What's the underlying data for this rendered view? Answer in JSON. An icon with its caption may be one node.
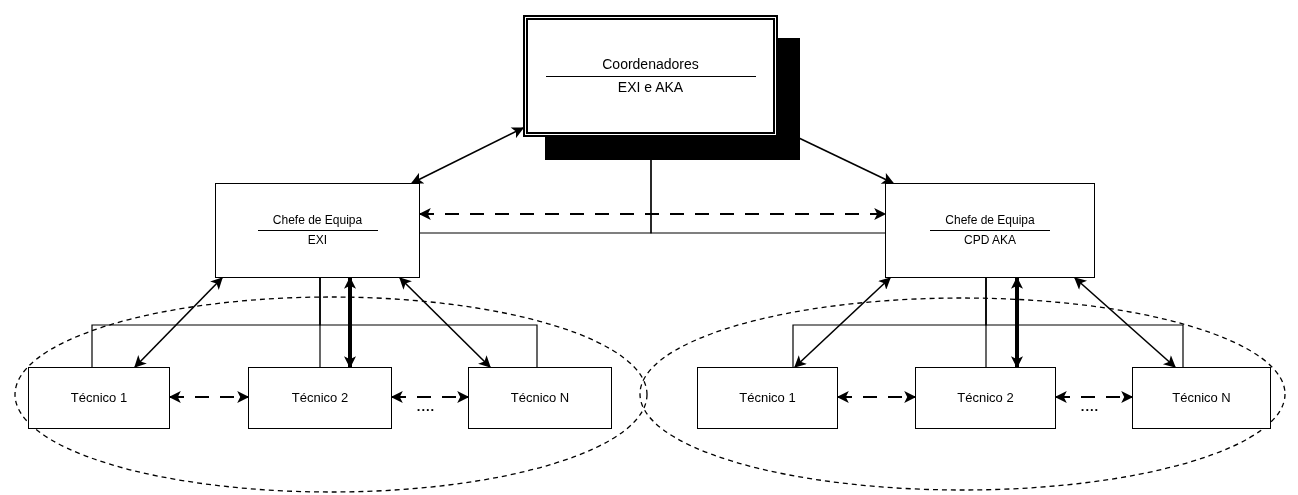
{
  "diagram": {
    "nodes": [
      {
        "text": [
          "Coordenadores",
          "EXI e AKA"
        ]
      },
      {
        "text": [
          "Chefe de Equipa",
          "EXI"
        ]
      },
      {
        "text": [
          "Chefe de Equipa",
          "CPD AKA"
        ]
      },
      {
        "text": [],
        "shape": "ellipse"
      },
      {
        "text": [
          "Técnico 1"
        ],
        "in": 3
      },
      {
        "text": [
          "Técnico 2"
        ],
        "in": 3
      },
      {
        "text": [
          "Técnico N"
        ],
        "in": 3
      },
      {
        "text": [],
        "shape": "ellipse"
      },
      {
        "text": [
          "Técnico 1"
        ],
        "in": 7
      },
      {
        "text": [
          "Técnico 2"
        ],
        "in": 7
      },
      {
        "text": [
          "Técnico N"
        ],
        "in": 7
      }
    ],
    "edges": [
      {
        "from": 0,
        "to": 1,
        "arrow": "both"
      },
      {
        "from": 0,
        "to": 2,
        "arrow": "both"
      },
      {
        "from": 1,
        "to": 2,
        "arrow": "both",
        "style": "dashed"
      },
      {
        "from": 0,
        "to": 1,
        "arrow": "none"
      },
      {
        "from": 0,
        "to": 2,
        "arrow": "none"
      },
      {
        "from": 1,
        "to": 4,
        "arrow": "both"
      },
      {
        "from": 1,
        "to": 5,
        "arrow": "both",
        "style": "thick"
      },
      {
        "from": 1,
        "to": 6,
        "arrow": "both"
      },
      {
        "from": 4,
        "to": 5,
        "arrow": "both",
        "style": "dashed"
      },
      {
        "from": 5,
        "to": 6,
        "arrow": "both",
        "style": "dashed",
        "label": "...."
      },
      {
        "from": 1,
        "to": 4,
        "arrow": "none"
      },
      {
        "from": 1,
        "to": 5,
        "arrow": "none"
      },
      {
        "from": 1,
        "to": 6,
        "arrow": "none"
      },
      {
        "from": 2,
        "to": 8,
        "arrow": "both"
      },
      {
        "from": 2,
        "to": 9,
        "arrow": "both",
        "style": "thick"
      },
      {
        "from": 2,
        "to": 10,
        "arrow": "both"
      },
      {
        "from": 8,
        "to": 9,
        "arrow": "both",
        "style": "dashed"
      },
      {
        "from": 9,
        "to": 10,
        "arrow": "both",
        "style": "dashed",
        "label": "...."
      },
      {
        "from": 2,
        "to": 8,
        "arrow": "none"
      },
      {
        "from": 2,
        "to": 9,
        "arrow": "none"
      },
      {
        "from": 2,
        "to": 10,
        "arrow": "none"
      }
    ]
  }
}
